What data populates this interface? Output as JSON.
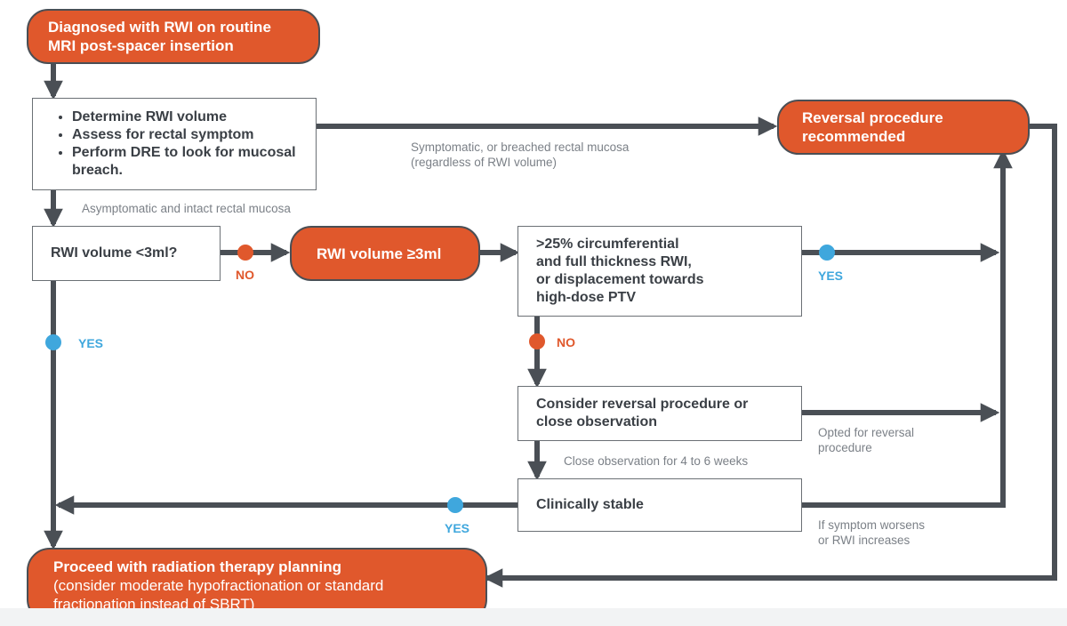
{
  "nodes": {
    "diagnosed": "Diagnosed with RWI on routine MRI post-spacer insertion",
    "assess_items": [
      "Determine RWI volume",
      "Assess for rectal symptom",
      "Perform DRE to look for mucosal breach."
    ],
    "reversal_recommended": "Reversal procedure recommended",
    "volume_question": "RWI volume <3ml?",
    "volume_ge3": "RWI volume ≥3ml",
    "circumferential_lines": [
      ">25% circumferential",
      "and full thickness RWI,",
      "or displacement towards",
      "high-dose PTV"
    ],
    "consider_reversal": "Consider reversal procedure or close observation",
    "clinically_stable": "Clinically stable",
    "proceed_title": "Proceed with radiation therapy planning",
    "proceed_sub": "(consider moderate hypofractionation or standard fractionation instead of SBRT)"
  },
  "edge_labels": {
    "symptomatic": [
      "Symptomatic, or breached rectal mucosa",
      "(regardless of RWI volume)"
    ],
    "asymptomatic": "Asymptomatic and intact rectal mucosa",
    "close_observation": "Close observation for 4 to 6 weeks",
    "opted_reversal": [
      "Opted for reversal",
      "procedure"
    ],
    "symptom_worsens": [
      "If symptom worsens",
      "or RWI increases"
    ],
    "yes": "YES",
    "no": "NO"
  },
  "colors": {
    "orange": "#e0582c",
    "blue": "#3fa7dd",
    "line": "#4a4f55"
  }
}
